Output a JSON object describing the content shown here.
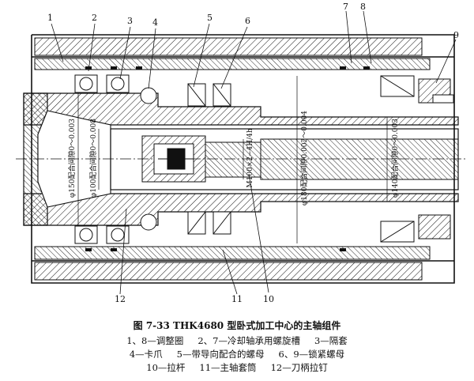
{
  "figure": {
    "part_labels": {
      "n1": "1",
      "n2": "2",
      "n3": "3",
      "n4": "4",
      "n5": "5",
      "n6": "6",
      "n7": "7",
      "n8": "8",
      "n9": "9",
      "n10": "10",
      "n11": "11",
      "n12": "12"
    },
    "dimensions": {
      "d150": "φ150配合间隙0～0.003",
      "d100": "φ100配合间隙0～0.008",
      "thread": "M100×2−4H/4h",
      "d180": "φ180配合间隙0.002～0.004",
      "d140": "φ140配合间隙0～0.003"
    }
  },
  "caption": {
    "title": "图 7-33   THK4680 型卧式加工中心的主轴组件",
    "line1": [
      "1、8—调整圈",
      "2、7—冷却轴承用螺旋槽",
      "3—隔套"
    ],
    "line2": [
      "4—卡爪",
      "5—带导向配合的螺母",
      "6、9—锁紧螺母"
    ],
    "line3": [
      "10—拉杆",
      "11—主轴套筒",
      "12—刀柄拉钉"
    ]
  },
  "colors": {
    "ink": "#111111",
    "paper": "#ffffff"
  }
}
